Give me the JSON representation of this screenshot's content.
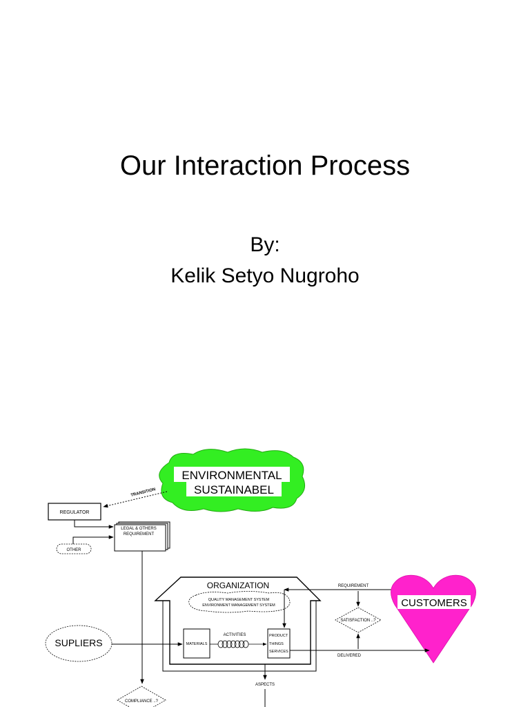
{
  "slide": {
    "title": "Our Interaction Process",
    "byline": "By:",
    "author": "Kelik Setyo Nugroho"
  },
  "diagram": {
    "cloud_line1": "ENVIRONMENTAL",
    "cloud_line2": "SUSTAINABEL",
    "transition": "TRANSITION",
    "regulator": "REGULATOR",
    "legal_line1": "LEGAL & OTHERS",
    "legal_line2": "REQUIREMENT",
    "other": "OTHER",
    "organization": "ORGANIZATION",
    "qms": "QUALITY MANAGEMENT SYSTEM",
    "ems": "ENVIRONMENT MANAGEMENT SYSTEM",
    "requirement": "REQUIREMENT",
    "customers": "CUSTOMERS",
    "satisfaction": "SATISFACTION ..?",
    "supliers": "SUPLIERS",
    "materials": "MATERIALS",
    "activities": "ACTIVITIES",
    "product": "PRODUCT",
    "things": "THINGS",
    "services": "SERVICES",
    "delivered": "DELIVERED",
    "aspects": "ASPECTS",
    "compliance": "COMPLIANCE ..?"
  },
  "colors": {
    "cloud_green": "#33ee22",
    "heart_magenta": "#ff22cc"
  }
}
